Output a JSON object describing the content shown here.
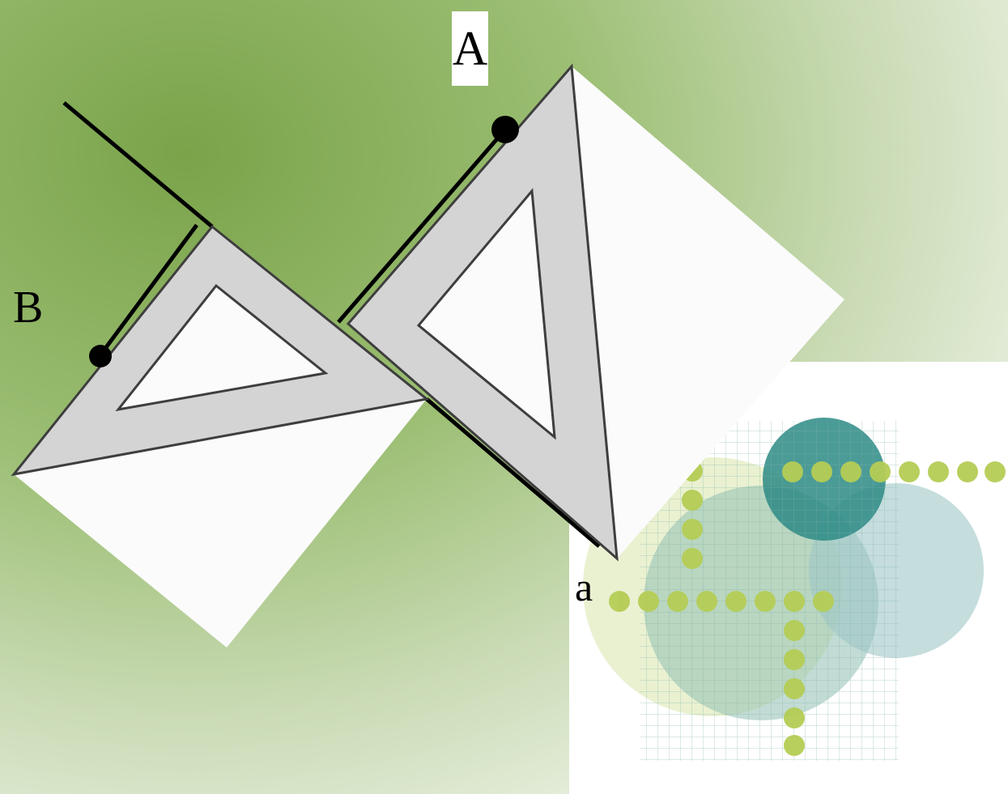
{
  "labels": {
    "point_a_upper": "A",
    "point_b": "B",
    "line_a": "a"
  },
  "colors": {
    "background_green": "#7aa34a",
    "triangle_fill": "#d6d6d6",
    "triangle_edge": "#444444",
    "line": "#000000",
    "dot_green": "#b4cd55",
    "circle_teal": "#2a8a86"
  }
}
